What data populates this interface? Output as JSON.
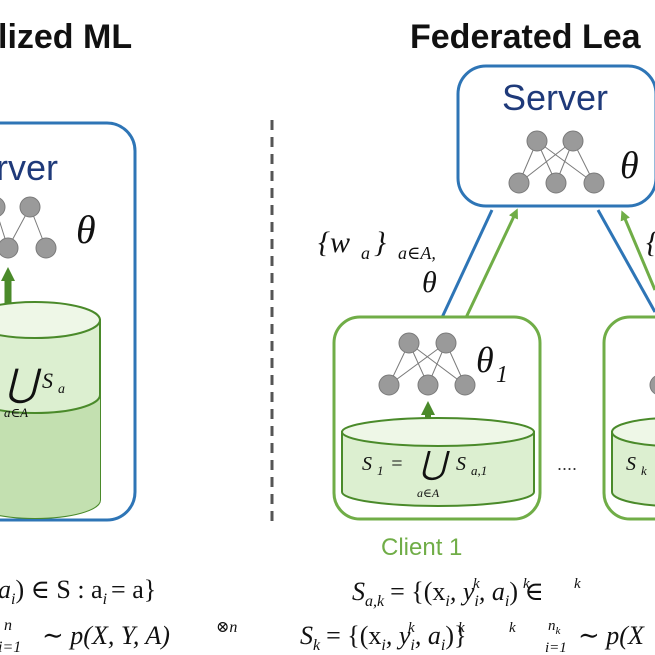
{
  "panels": {
    "left_title": "lized ML",
    "right_title": "Federated Lea"
  },
  "left_server": {
    "label": "rver",
    "param": "θ",
    "db_formula_main": "⋃",
    "db_formula_set": "S",
    "db_formula_set_sub": "a",
    "db_formula_union_sub": "a∈A"
  },
  "right_server": {
    "label": "Server",
    "param": "θ"
  },
  "arrows": {
    "down_label_set": "{w",
    "down_label_sub": "a",
    "down_label_close": "}",
    "down_label_close_sub": "a∈A,",
    "down_label_param": "θ",
    "right_edge_label": "{"
  },
  "client1": {
    "param": "θ",
    "param_sub": "1",
    "db_lhs": "S",
    "db_lhs_sub": "1",
    "db_eq": "=",
    "db_union": "⋃",
    "db_union_sub": "a∈A",
    "db_set": "S",
    "db_set_sub": "a,1",
    "label": "Client 1"
  },
  "ellipsis": "....",
  "client_k": {
    "db_partial": "S",
    "db_partial_sub": "k"
  },
  "formulas": {
    "left_line1": "a",
    "left_line1_sub": "i",
    "left_line1_rest": ") ∈ S : a",
    "left_line1_sub2": "i",
    "left_line1_end": "= a}",
    "left_line2_sup": "n",
    "left_line2_sub": "i=1",
    "left_line2_rest": "∼ p(X, Y, A)",
    "left_line2_pow": "⊗n",
    "right_line1": "S",
    "right_line1_sub": "a,k",
    "right_line1_rest": "= {(x",
    "right_line1_a": "k",
    "right_line1_b": "i",
    "right_line1_c": ", y",
    "right_line1_d": ", a",
    "right_line1_end": ") ∈",
    "right_line2": "S",
    "right_line2_sub": "k",
    "right_line2_rest": "= {(x",
    "right_line2_c": ", y",
    "right_line2_d": ", a",
    "right_line2_close": ")}",
    "right_line2_sup": "n",
    "right_line2_supsub": "k",
    "right_line2_sub2": "i=1",
    "right_line2_end": "∼ p(X"
  },
  "colors": {
    "blue": "#2e75b6",
    "server_text": "#1f3a7a",
    "green": "#70ad47",
    "green_dark": "#4a8a2a",
    "green_fill": "#dcefd0",
    "node_gray": "#9a9a9a",
    "divider": "#555555"
  }
}
